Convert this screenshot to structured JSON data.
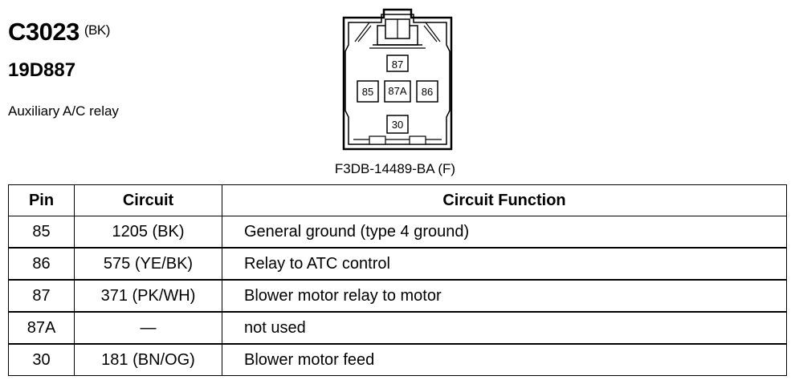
{
  "connector": {
    "id": "C3023",
    "color_code": "(BK)",
    "part_number": "19D887",
    "description": "Auxiliary A/C relay",
    "diagram_part": "F3DB-14489-BA (F)",
    "pin_labels": [
      "87",
      "85",
      "87A",
      "86",
      "30"
    ]
  },
  "table": {
    "headers": [
      "Pin",
      "Circuit",
      "Circuit Function"
    ],
    "rows": [
      {
        "pin": "85",
        "circuit": "1205 (BK)",
        "function": "General ground (type 4 ground)"
      },
      {
        "pin": "86",
        "circuit": "575 (YE/BK)",
        "function": "Relay to ATC control"
      },
      {
        "pin": "87",
        "circuit": "371 (PK/WH)",
        "function": "Blower motor relay to motor"
      },
      {
        "pin": "87A",
        "circuit": "—",
        "function": "not used"
      },
      {
        "pin": "30",
        "circuit": "181 (BN/OG)",
        "function": "Blower motor feed"
      }
    ]
  }
}
